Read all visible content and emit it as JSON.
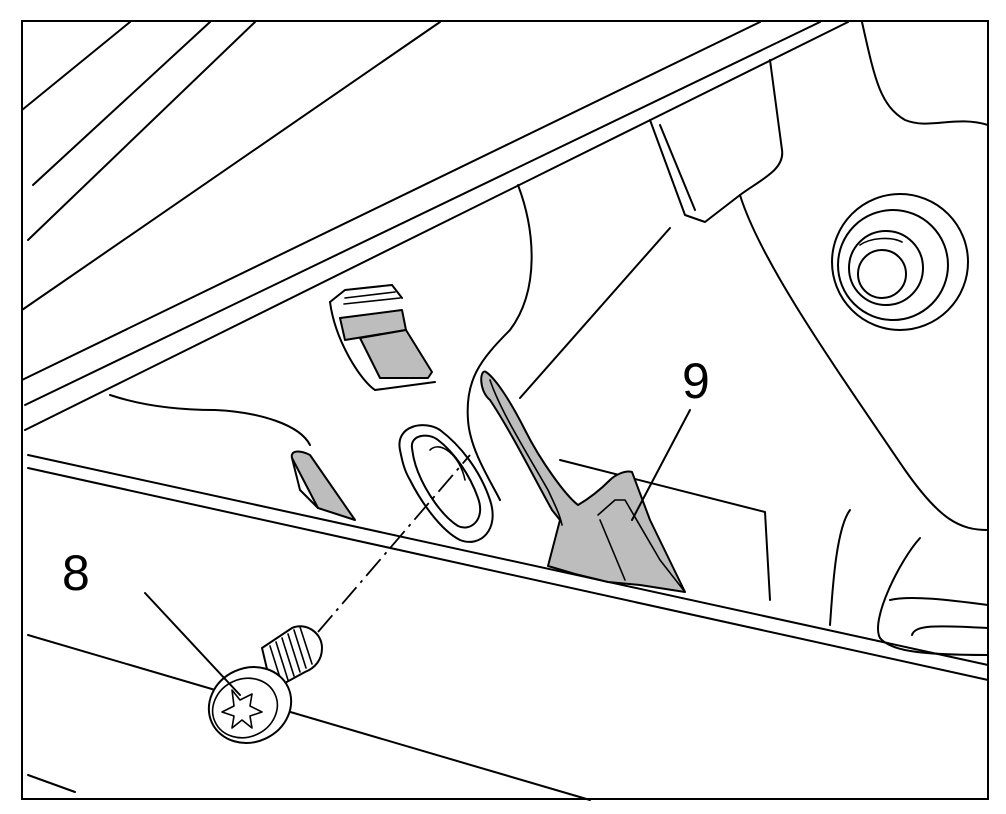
{
  "callouts": [
    {
      "id": "screw",
      "label": "8"
    },
    {
      "id": "latch",
      "label": "9"
    }
  ],
  "colors": {
    "line": "#000000",
    "highlight": "#bdbdbd",
    "background": "#ffffff"
  }
}
